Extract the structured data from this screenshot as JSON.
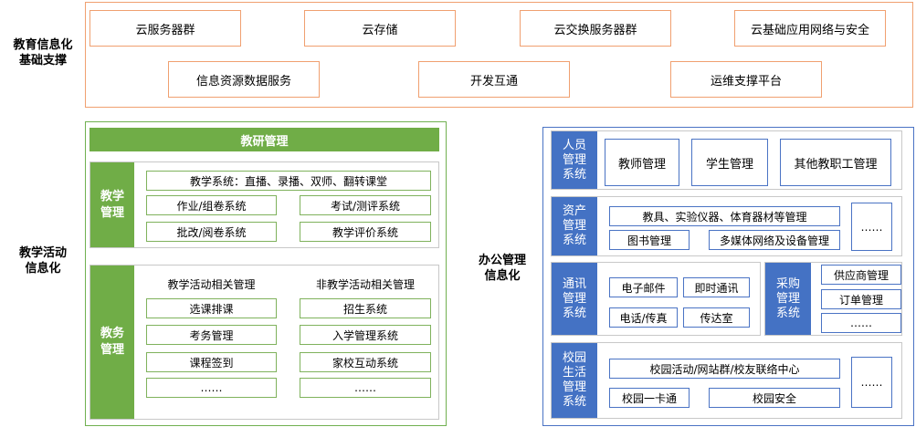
{
  "sections": {
    "infra": "教育信息化\n基础支撑",
    "teaching": "教学活动\n信息化",
    "office": "办公管理\n信息化"
  },
  "infra_items": [
    "云服务器群",
    "云存储",
    "云交换服务器群",
    "云基础应用网络与安全",
    "信息资源数据服务",
    "开发互通",
    "运维支撑平台"
  ],
  "teaching": {
    "header": "教研管理",
    "teach_mgmt": {
      "label": "教学\n管理",
      "items": [
        "教学系统：直播、录播、双师、翻转课堂",
        "作业/组卷系统",
        "考试/测评系统",
        "批改/阅卷系统",
        "教学评价系统"
      ]
    },
    "affairs_mgmt": {
      "label": "教务\n管理",
      "col1_title": "教学活动相关管理",
      "col2_title": "非教学活动相关管理",
      "col1": [
        "选课排课",
        "考务管理",
        "课程签到",
        "……"
      ],
      "col2": [
        "招生系统",
        "入学管理系统",
        "家校互动系统",
        "……"
      ]
    }
  },
  "office": {
    "personnel": {
      "label": "人员\n管理\n系统",
      "items": [
        "教师管理",
        "学生管理",
        "其他教职工管理"
      ]
    },
    "assets": {
      "label": "资产\n管理\n系统",
      "items": [
        "教具、实验仪器、体育器材等管理",
        "图书管理",
        "多媒体网络及设备管理",
        "……"
      ]
    },
    "comm": {
      "label": "通讯\n管理\n系统",
      "items": [
        "电子邮件",
        "即时通讯",
        "电话/传真",
        "传达室"
      ]
    },
    "purchase": {
      "label": "采购\n管理\n系统",
      "items": [
        "供应商管理",
        "订单管理",
        "……"
      ]
    },
    "campus": {
      "label": "校园\n生活\n管理\n系统",
      "items": [
        "校园活动/网站群/校友联络中心",
        "校园一卡通",
        "校园安全",
        "……"
      ]
    }
  }
}
